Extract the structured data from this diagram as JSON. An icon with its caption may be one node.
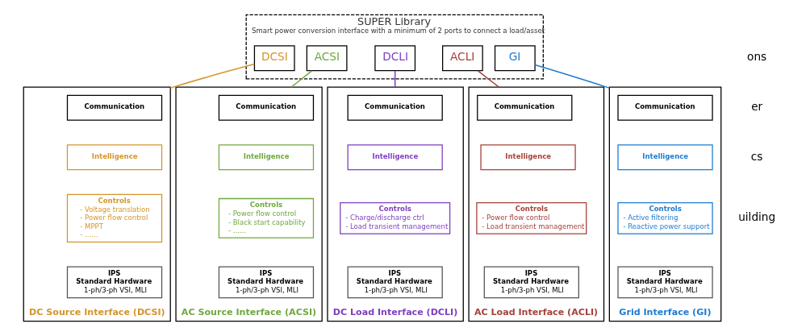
{
  "diagram": {
    "nodes": [
      {
        "text": [
          "SUPER Library",
          "Smart power conversion interface with a minimum of 2 ports to connect a load/asset"
        ]
      },
      {
        "text": [
          "DCSI"
        ],
        "in": 0
      },
      {
        "text": [
          "ACSI"
        ],
        "in": 0
      },
      {
        "text": [
          "DCLI"
        ],
        "in": 0
      },
      {
        "text": [
          "ACLI"
        ],
        "in": 0
      },
      {
        "text": [
          "GI"
        ],
        "in": 0
      },
      {
        "text": [],
        "shape": "box",
        "beside": [
          "DC Source Interface (DCSI)"
        ]
      },
      {
        "text": [
          "Communication"
        ],
        "in": 6
      },
      {
        "text": [
          "Intelligence"
        ],
        "in": 6
      },
      {
        "text": [
          "Controls",
          "- Voltage translation",
          "- Power flow control",
          "- MPPT",
          "- ......"
        ],
        "in": 6
      },
      {
        "text": [
          "IPS",
          "Standard Hardware",
          "1-ph/3-ph VSI, MLI"
        ],
        "in": 6
      },
      {
        "text": [],
        "shape": "box",
        "beside": [
          "AC Source Interface (ACSI)"
        ]
      },
      {
        "text": [
          "Communication"
        ],
        "in": 11
      },
      {
        "text": [
          "Intelligence"
        ],
        "in": 11
      },
      {
        "text": [
          "Controls",
          "- Power flow control",
          "- Black start capability",
          "- ......"
        ],
        "in": 11
      },
      {
        "text": [
          "IPS",
          "Standard Hardware",
          "1-ph/3-ph VSI, MLI"
        ],
        "in": 11
      },
      {
        "text": [],
        "shape": "box",
        "beside": [
          "DC Load Interface (DCLI)"
        ]
      },
      {
        "text": [
          "Communication"
        ],
        "in": 16
      },
      {
        "text": [
          "Intelligence"
        ],
        "in": 16
      },
      {
        "text": [
          "Controls",
          "- Charge/discharge ctrl",
          "- Load transient management"
        ],
        "in": 16
      },
      {
        "text": [
          "IPS",
          "Standard Hardware",
          "1-ph/3-ph VSI, MLI"
        ],
        "in": 16
      },
      {
        "text": [],
        "shape": "box",
        "beside": [
          "AC Load Interface (ACLI)"
        ]
      },
      {
        "text": [
          "Communication"
        ],
        "in": 21
      },
      {
        "text": [
          "Intelligence"
        ],
        "in": 21
      },
      {
        "text": [
          "Controls",
          "- Power flow control",
          "- Load transient management"
        ],
        "in": 21
      },
      {
        "text": [
          "IPS",
          "Standard Hardware",
          "1-ph/3-ph VSI, MLI"
        ],
        "in": 21
      },
      {
        "text": [],
        "shape": "box",
        "beside": [
          "Grid Interface (GI)"
        ]
      },
      {
        "text": [
          "Communication"
        ],
        "in": 26
      },
      {
        "text": [
          "Intelligence"
        ],
        "in": 26
      },
      {
        "text": [
          "Controls",
          "- Active filtering",
          "- Reactive power support"
        ],
        "in": 26
      },
      {
        "text": [
          "IPS",
          "Standard Hardware",
          "1-ph/3-ph VSI, MLI"
        ],
        "in": 26
      }
    ],
    "edges": [
      {
        "from": 1,
        "to": 6,
        "arrow": "none",
        "color": "#d4952b"
      },
      {
        "from": 2,
        "to": 11,
        "arrow": "none",
        "color": "#70a83f"
      },
      {
        "from": 3,
        "to": 16,
        "arrow": "none",
        "color": "#7e3fbf"
      },
      {
        "from": 4,
        "to": 21,
        "arrow": "none",
        "color": "#a5413a"
      },
      {
        "from": 5,
        "to": 26,
        "arrow": "none",
        "color": "#1f7bd1"
      }
    ],
    "labels": [
      "ons",
      "er",
      "cs",
      "uilding"
    ]
  }
}
